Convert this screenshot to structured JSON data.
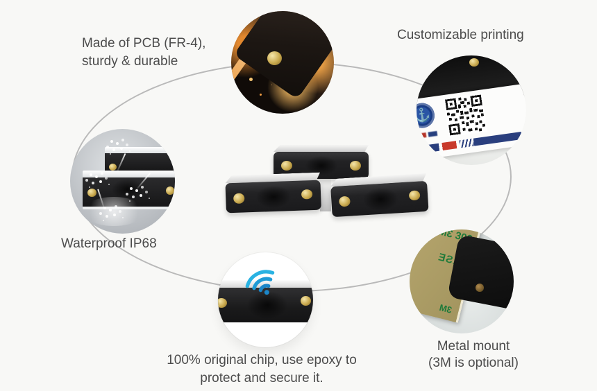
{
  "features": {
    "pcb": {
      "line1": "Made of PCB (FR-4),",
      "line2": "sturdy & durable"
    },
    "printing": {
      "line1": "Customizable printing"
    },
    "waterproof": {
      "line1": "Waterproof IP68"
    },
    "chip": {
      "line1": "100% original chip, use epoxy to",
      "line2": "protect and secure it."
    },
    "mount": {
      "line1": "Metal mount",
      "line2": "(3M is optional)"
    }
  },
  "liner": {
    "brand": "3M",
    "model": "300",
    "reversed_text": "LSE"
  },
  "icons": {
    "anchor": "⚓"
  },
  "colors": {
    "background": "#f8f8f6",
    "label_text": "#4c4c4c",
    "ellipse_line": "#b9b9b9",
    "tag_black": "#1f1f1f",
    "tag_edge_silver": "#e8e8e8",
    "brass_rivet": "#c9a94e",
    "lava_orange": "#e98a2f",
    "water_gray": "#c2c6cb",
    "wifi_blue": "#23a7dd",
    "logo_blue": "#2a55a5",
    "stripe_navy": "#2a3f7e",
    "stripe_red": "#c8392b",
    "liner_tan": "#b2a269",
    "liner_green": "#1e7a3a"
  }
}
